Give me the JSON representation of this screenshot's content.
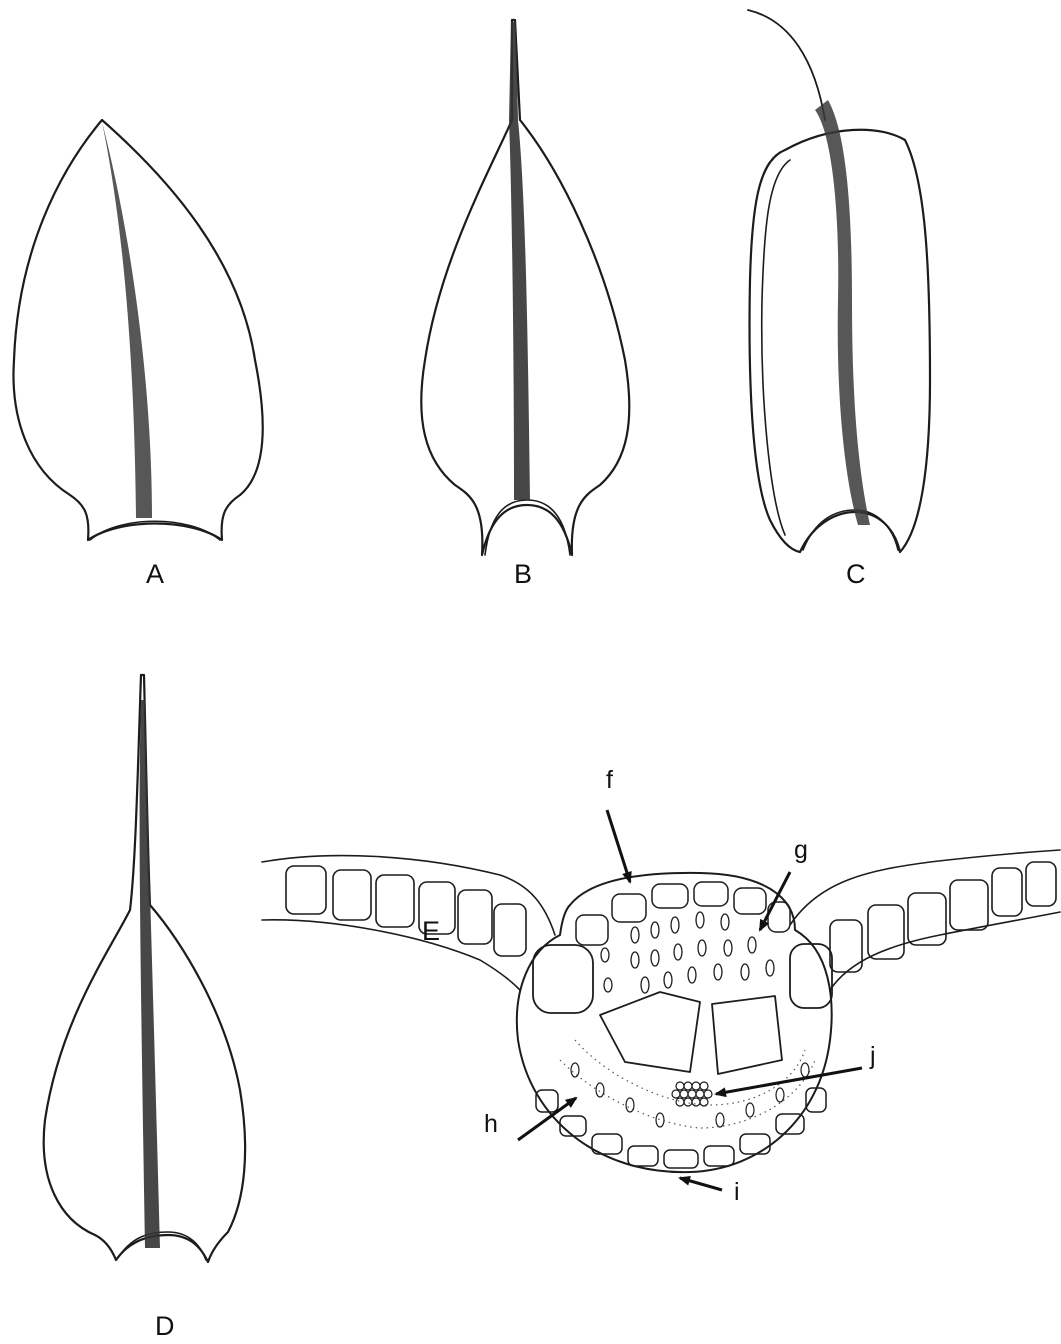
{
  "panels": {
    "a": "A",
    "b": "B",
    "c": "C",
    "d": "D",
    "e": "E"
  },
  "parts": {
    "f": "f",
    "g": "g",
    "h": "h",
    "i": "i",
    "j": "j"
  },
  "colors": {
    "ink": "#1c1c1c",
    "costa": "#3a3a3a",
    "background": "#ffffff"
  }
}
